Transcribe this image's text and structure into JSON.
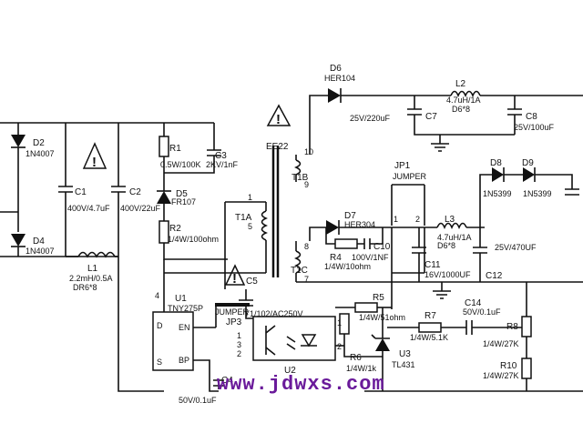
{
  "labels": {
    "d2": "D2",
    "d2_val": "1N4007",
    "d4": "D4",
    "d4_val": "1N4007",
    "c1": "C1",
    "c1_val": "400V/4.7uF",
    "c2": "C2",
    "c2_val": "400V/22uF",
    "l1": "L1",
    "l1_val": "2.2mH/0.5A",
    "l1_core": "DR6*8",
    "r1": "R1",
    "r1_val": "0.5W/100K",
    "c3": "C3",
    "c3_val": "2KV/1nF",
    "d5": "D5",
    "d5_val": "FR107",
    "r2": "R2",
    "r2_val": "1/4W/100ohm",
    "u1": "U1",
    "u1_val": "TNY275P",
    "u1_pin_d": "D",
    "u1_pin_en": "EN",
    "u1_pin_s": "S",
    "u1_pin_bp": "BP",
    "c4": "C4",
    "c4_val": "50V/0.1uF",
    "t1a": "T1A",
    "t1b": "T1B",
    "t1c": "T1C",
    "ee22": "EE22",
    "d6": "D6",
    "d6_val": "HER104",
    "c7_val": "25V/220uF",
    "c7": "C7",
    "l2": "L2",
    "l2_val": "4.7uH/1A",
    "l2_core": "D6*8",
    "c8": "C8",
    "c8_val": "25V/100uF",
    "d7": "D7",
    "d7_val": "HER304",
    "r4": "R4",
    "r4_val": "1/4W/10ohm",
    "c10": "C10",
    "c10_val": "100V/1NF",
    "jp1": "JP1",
    "jp1_val": "JUMPER",
    "l3": "L3",
    "l3_val": "4.7uH/1A",
    "l3_core": "D6*8",
    "c11": "C11",
    "c11_val": "16V/1000UF",
    "c12": "C12",
    "c12_val": "25V/470UF",
    "d8": "D8",
    "d8_val": "1N5399",
    "d9": "D9",
    "d9_val": "1N5399",
    "c5": "C5",
    "c5_val": "Y1/102/AC250V",
    "jp3_val": "JUMPER",
    "jp3": "JP3",
    "r5": "R5",
    "r5_val": "1/4W/51ohm",
    "r7": "R7",
    "r7_val": "1/4W/5.1K",
    "c14": "C14",
    "c14_val": "50V/0.1uF",
    "r6": "R6",
    "r6_val": "1/4W/1k",
    "u2": "U2",
    "u3": "U3",
    "u3_val": "TL431",
    "r8": "R8",
    "r8_val": "1/4W/27K",
    "r10": "R10",
    "r10_val": "1/4W/27K",
    "pin1": "1",
    "pin2": "2",
    "pin3": "3",
    "pin4": "4",
    "pin5": "5",
    "pin7": "7",
    "pin8": "8",
    "pin9": "9",
    "pin10": "10",
    "warn_mark": "!"
  },
  "watermark": "www.jdwxs.com"
}
